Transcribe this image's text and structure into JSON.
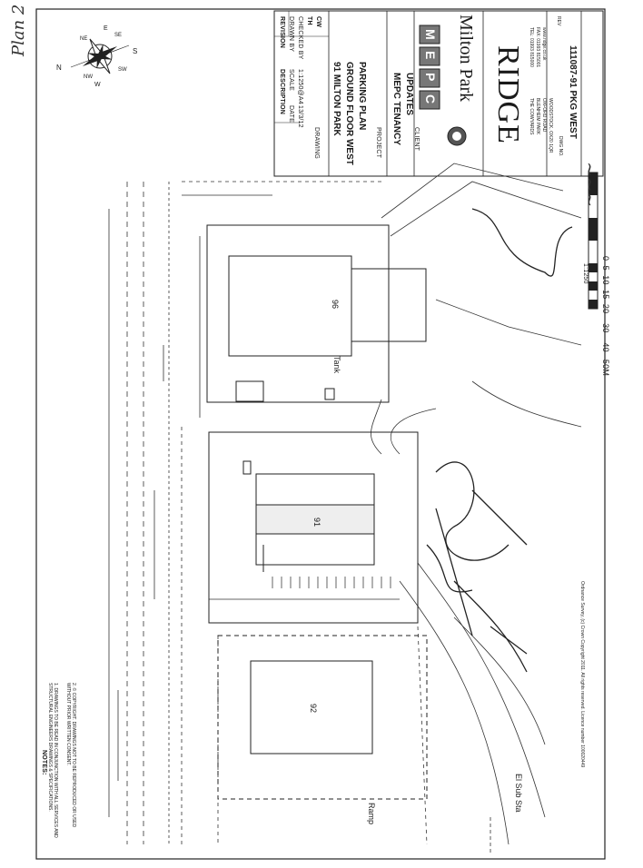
{
  "handwriting": {
    "page_label": "Plan 2"
  },
  "title_block": {
    "revision_label": "REVISION",
    "description_label": "DESCRIPTION",
    "drawn_label": "DRAWN BY",
    "checked_label": "CHECKED BY",
    "scale_label": "SCALE",
    "date_label": "DATE",
    "scale_value": "1:1250@A4",
    "date_value": "13/3/12",
    "drawn_value": "TH",
    "checked_value": "CW",
    "drawing_label": "DRAWING",
    "drawing_title": [
      "91 MILTON PARK",
      "GROUND FLOOR WEST",
      "PARKING PLAN"
    ],
    "project_label": "PROJECT",
    "project_title": [
      "MEPC TENANCY",
      "UPDATES"
    ],
    "client_label": "CLIENT",
    "client_logo_letters": [
      "M",
      "E",
      "P",
      "C"
    ],
    "milton_park": "Milton Park",
    "ridge": "RIDGE",
    "address": [
      "THE COWYARDS",
      "BLENHEIM PARK",
      "OXFORD ROAD",
      "WOODSTOCK, OX20 1QR"
    ],
    "tel": "TEL: 01993 815000",
    "fax": "FAX: 01993 815001",
    "web": "www.ridge.co.uk",
    "drawing_no_label": "DWG NO.",
    "drawing_no": "111087-91 PKG WEST",
    "rev_label": "REV"
  },
  "compass": {
    "n": "N",
    "s": "S",
    "e": "E",
    "w": "W",
    "ne": "NE",
    "nw": "NW",
    "se": "SE",
    "sw": "SW"
  },
  "plan_labels": {
    "building_96": "96",
    "building_91": "91",
    "building_92": "92",
    "tank": "Tank",
    "ramp": "Ramp",
    "el_sub_sta": "El Sub Sta"
  },
  "scale_bar": {
    "ratio": "1:1250",
    "ticks": [
      "0",
      "5",
      "10",
      "15",
      "20",
      "30",
      "40",
      "50M"
    ]
  },
  "notes": {
    "heading": "NOTES:",
    "items": [
      "1.   DRAWINGS TO BE READ IN CONJUNCTION WITH ALL SERVICES AND STRUCTURAL ENGINEERS DRAWINGS & SPECIFICATIONS.",
      "2.   © COPYRIGHT. DRAWINGS NOT TO BE REPRODUCED OR USED WITHOUT PRIOR WRITTEN CONSENT."
    ]
  },
  "copyright": "Ordnance Survey, (c) Crown Copyright 2011. All rights reserved. Licence number 100020449"
}
